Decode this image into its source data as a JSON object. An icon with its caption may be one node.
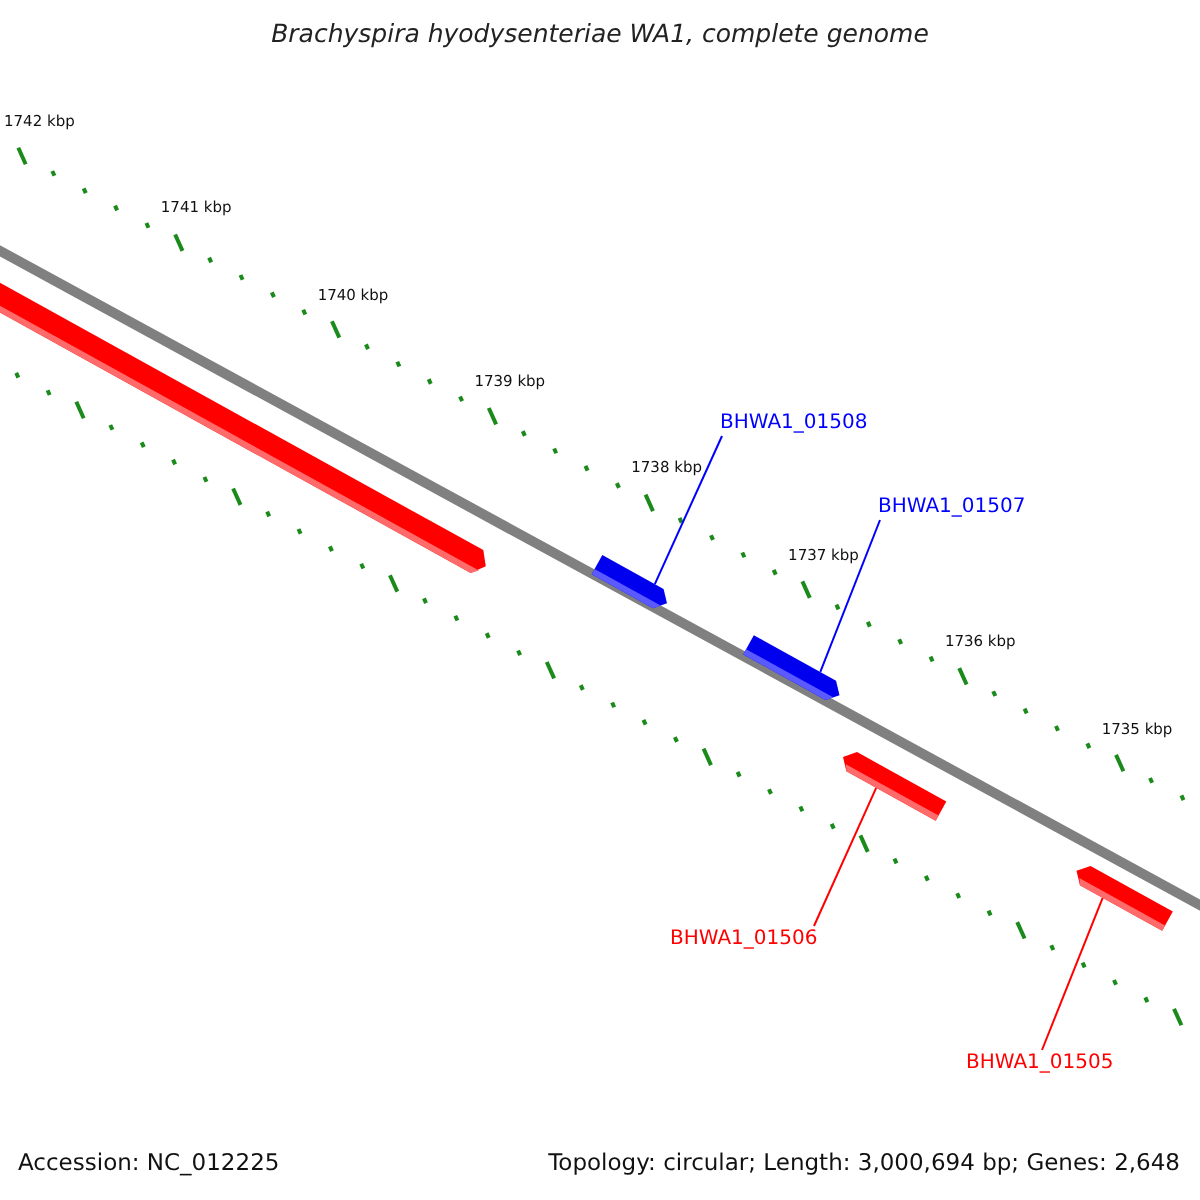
{
  "diagram": {
    "title": "Brachyspira hyodysenteriae WA1, complete genome",
    "nodes": [
      {
        "text": [
          "BHWA1_01508"
        ]
      },
      {
        "text": [
          "BHWA1_01507"
        ]
      },
      {
        "text": [
          "BHWA1_01506"
        ]
      },
      {
        "text": [
          "BHWA1_01505"
        ]
      },
      {
        "text": [],
        "shape": "bar"
      },
      {
        "text": [],
        "shape": "bar"
      },
      {
        "text": [],
        "shape": "bar"
      },
      {
        "text": [],
        "shape": "bar"
      }
    ],
    "edges": [
      {
        "from": 0,
        "to": 4,
        "arrow": "none",
        "color": "#0000ff"
      },
      {
        "from": 1,
        "to": 5,
        "arrow": "none",
        "color": "#0000ff"
      },
      {
        "from": 2,
        "to": 6,
        "arrow": "none",
        "color": "#ff0000"
      },
      {
        "from": 3,
        "to": 7,
        "arrow": "none",
        "color": "#ff0000"
      }
    ],
    "labels": [
      "1742 kbp",
      "1741 kbp",
      "1740 kbp",
      "1739 kbp",
      "1738 kbp",
      "1737 kbp",
      "1736 kbp",
      "1735 kbp",
      "Accession: NC_012225",
      "Topology: circular; Length: 3,000,694 bp; Genes: 2,648"
    ]
  }
}
